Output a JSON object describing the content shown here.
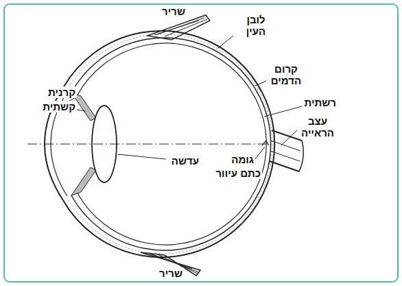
{
  "diagram": {
    "labels": [
      "שריר",
      "לובן העין",
      "קרום הדמים",
      "רשתית",
      "עצב הראייה",
      "קרנית",
      "קשתית",
      "עדשה",
      "גומה",
      "כתם עיוור",
      "שריר"
    ]
  }
}
